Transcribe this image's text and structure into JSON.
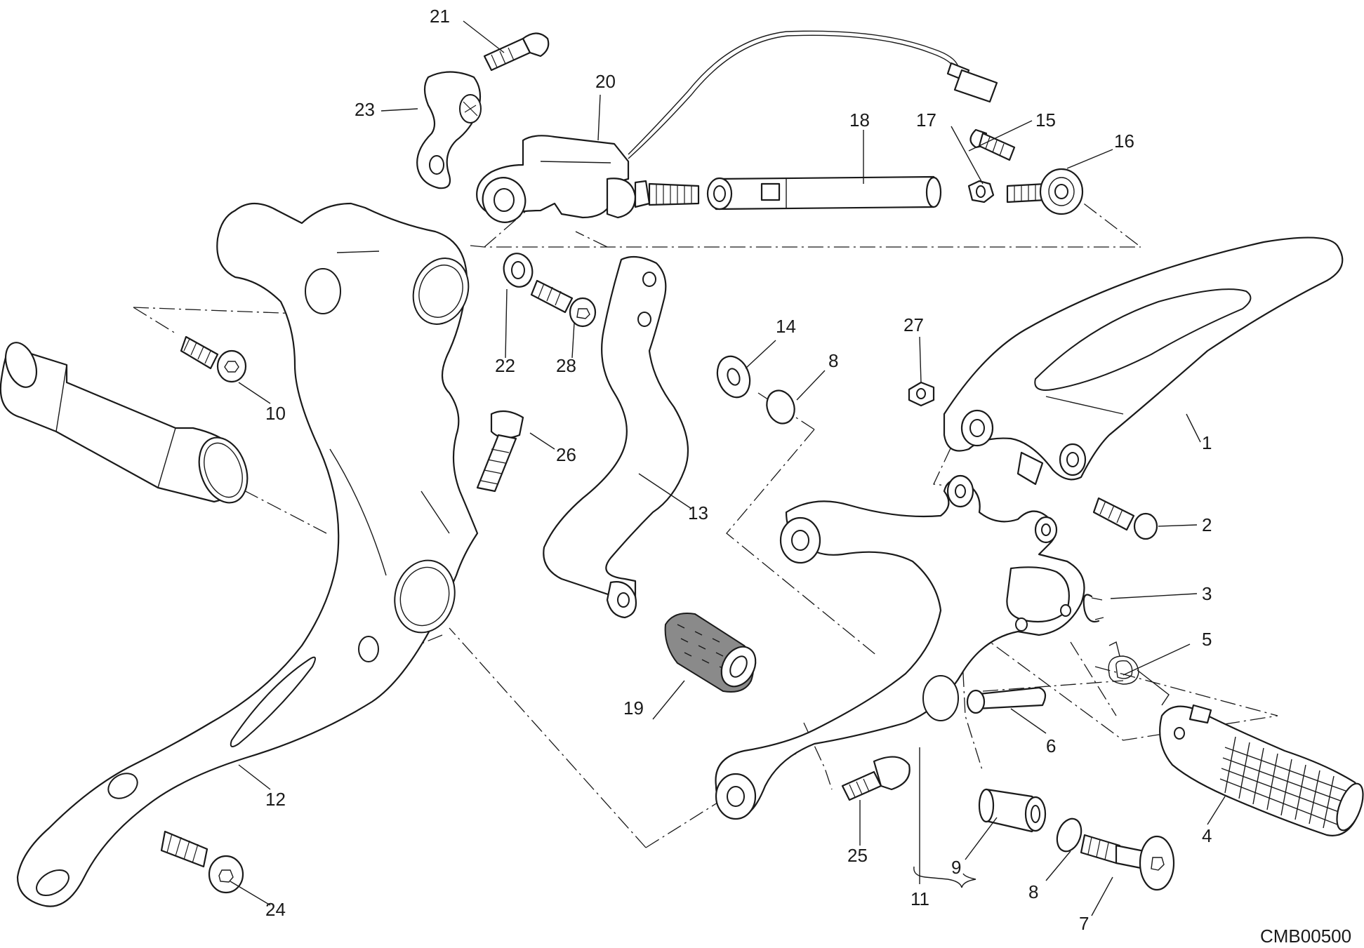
{
  "diagram": {
    "drawing_code": "CMB00500",
    "callouts": [
      {
        "id": "c1",
        "text": "1"
      },
      {
        "id": "c2",
        "text": "2"
      },
      {
        "id": "c3",
        "text": "3"
      },
      {
        "id": "c4",
        "text": "4"
      },
      {
        "id": "c5",
        "text": "5"
      },
      {
        "id": "c6",
        "text": "6"
      },
      {
        "id": "c7",
        "text": "7"
      },
      {
        "id": "c8a",
        "text": "8"
      },
      {
        "id": "c8b",
        "text": "8"
      },
      {
        "id": "c9",
        "text": "9"
      },
      {
        "id": "c10",
        "text": "10"
      },
      {
        "id": "c11",
        "text": "11"
      },
      {
        "id": "c12",
        "text": "12"
      },
      {
        "id": "c13",
        "text": "13"
      },
      {
        "id": "c14",
        "text": "14"
      },
      {
        "id": "c15",
        "text": "15"
      },
      {
        "id": "c16",
        "text": "16"
      },
      {
        "id": "c17",
        "text": "17"
      },
      {
        "id": "c18",
        "text": "18"
      },
      {
        "id": "c19",
        "text": "19"
      },
      {
        "id": "c20",
        "text": "20"
      },
      {
        "id": "c21",
        "text": "21"
      },
      {
        "id": "c22",
        "text": "22"
      },
      {
        "id": "c23",
        "text": "23"
      },
      {
        "id": "c24",
        "text": "24"
      },
      {
        "id": "c25",
        "text": "25"
      },
      {
        "id": "c26",
        "text": "26"
      },
      {
        "id": "c27",
        "text": "27"
      },
      {
        "id": "c28",
        "text": "28"
      }
    ]
  }
}
